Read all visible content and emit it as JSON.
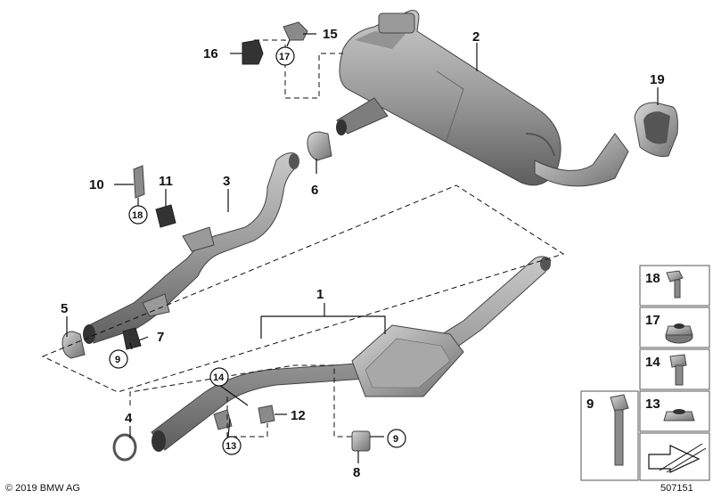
{
  "parts": {
    "p1": "1",
    "p2": "2",
    "p3": "3",
    "p4": "4",
    "p5": "5",
    "p6": "6",
    "p7": "7",
    "p8": "8",
    "p9a": "9",
    "p9b": "9",
    "p10": "10",
    "p11": "11",
    "p12": "12",
    "p13": "13",
    "p14": "14",
    "p15": "15",
    "p16": "16",
    "p17": "17",
    "p18": "18",
    "p19": "19"
  },
  "legend": {
    "l18": "18",
    "l17": "17",
    "l14": "14",
    "l13": "13",
    "l9": "9"
  },
  "footer": {
    "copyright": "© 2019 BMW AG",
    "drawing_number": "507151"
  }
}
